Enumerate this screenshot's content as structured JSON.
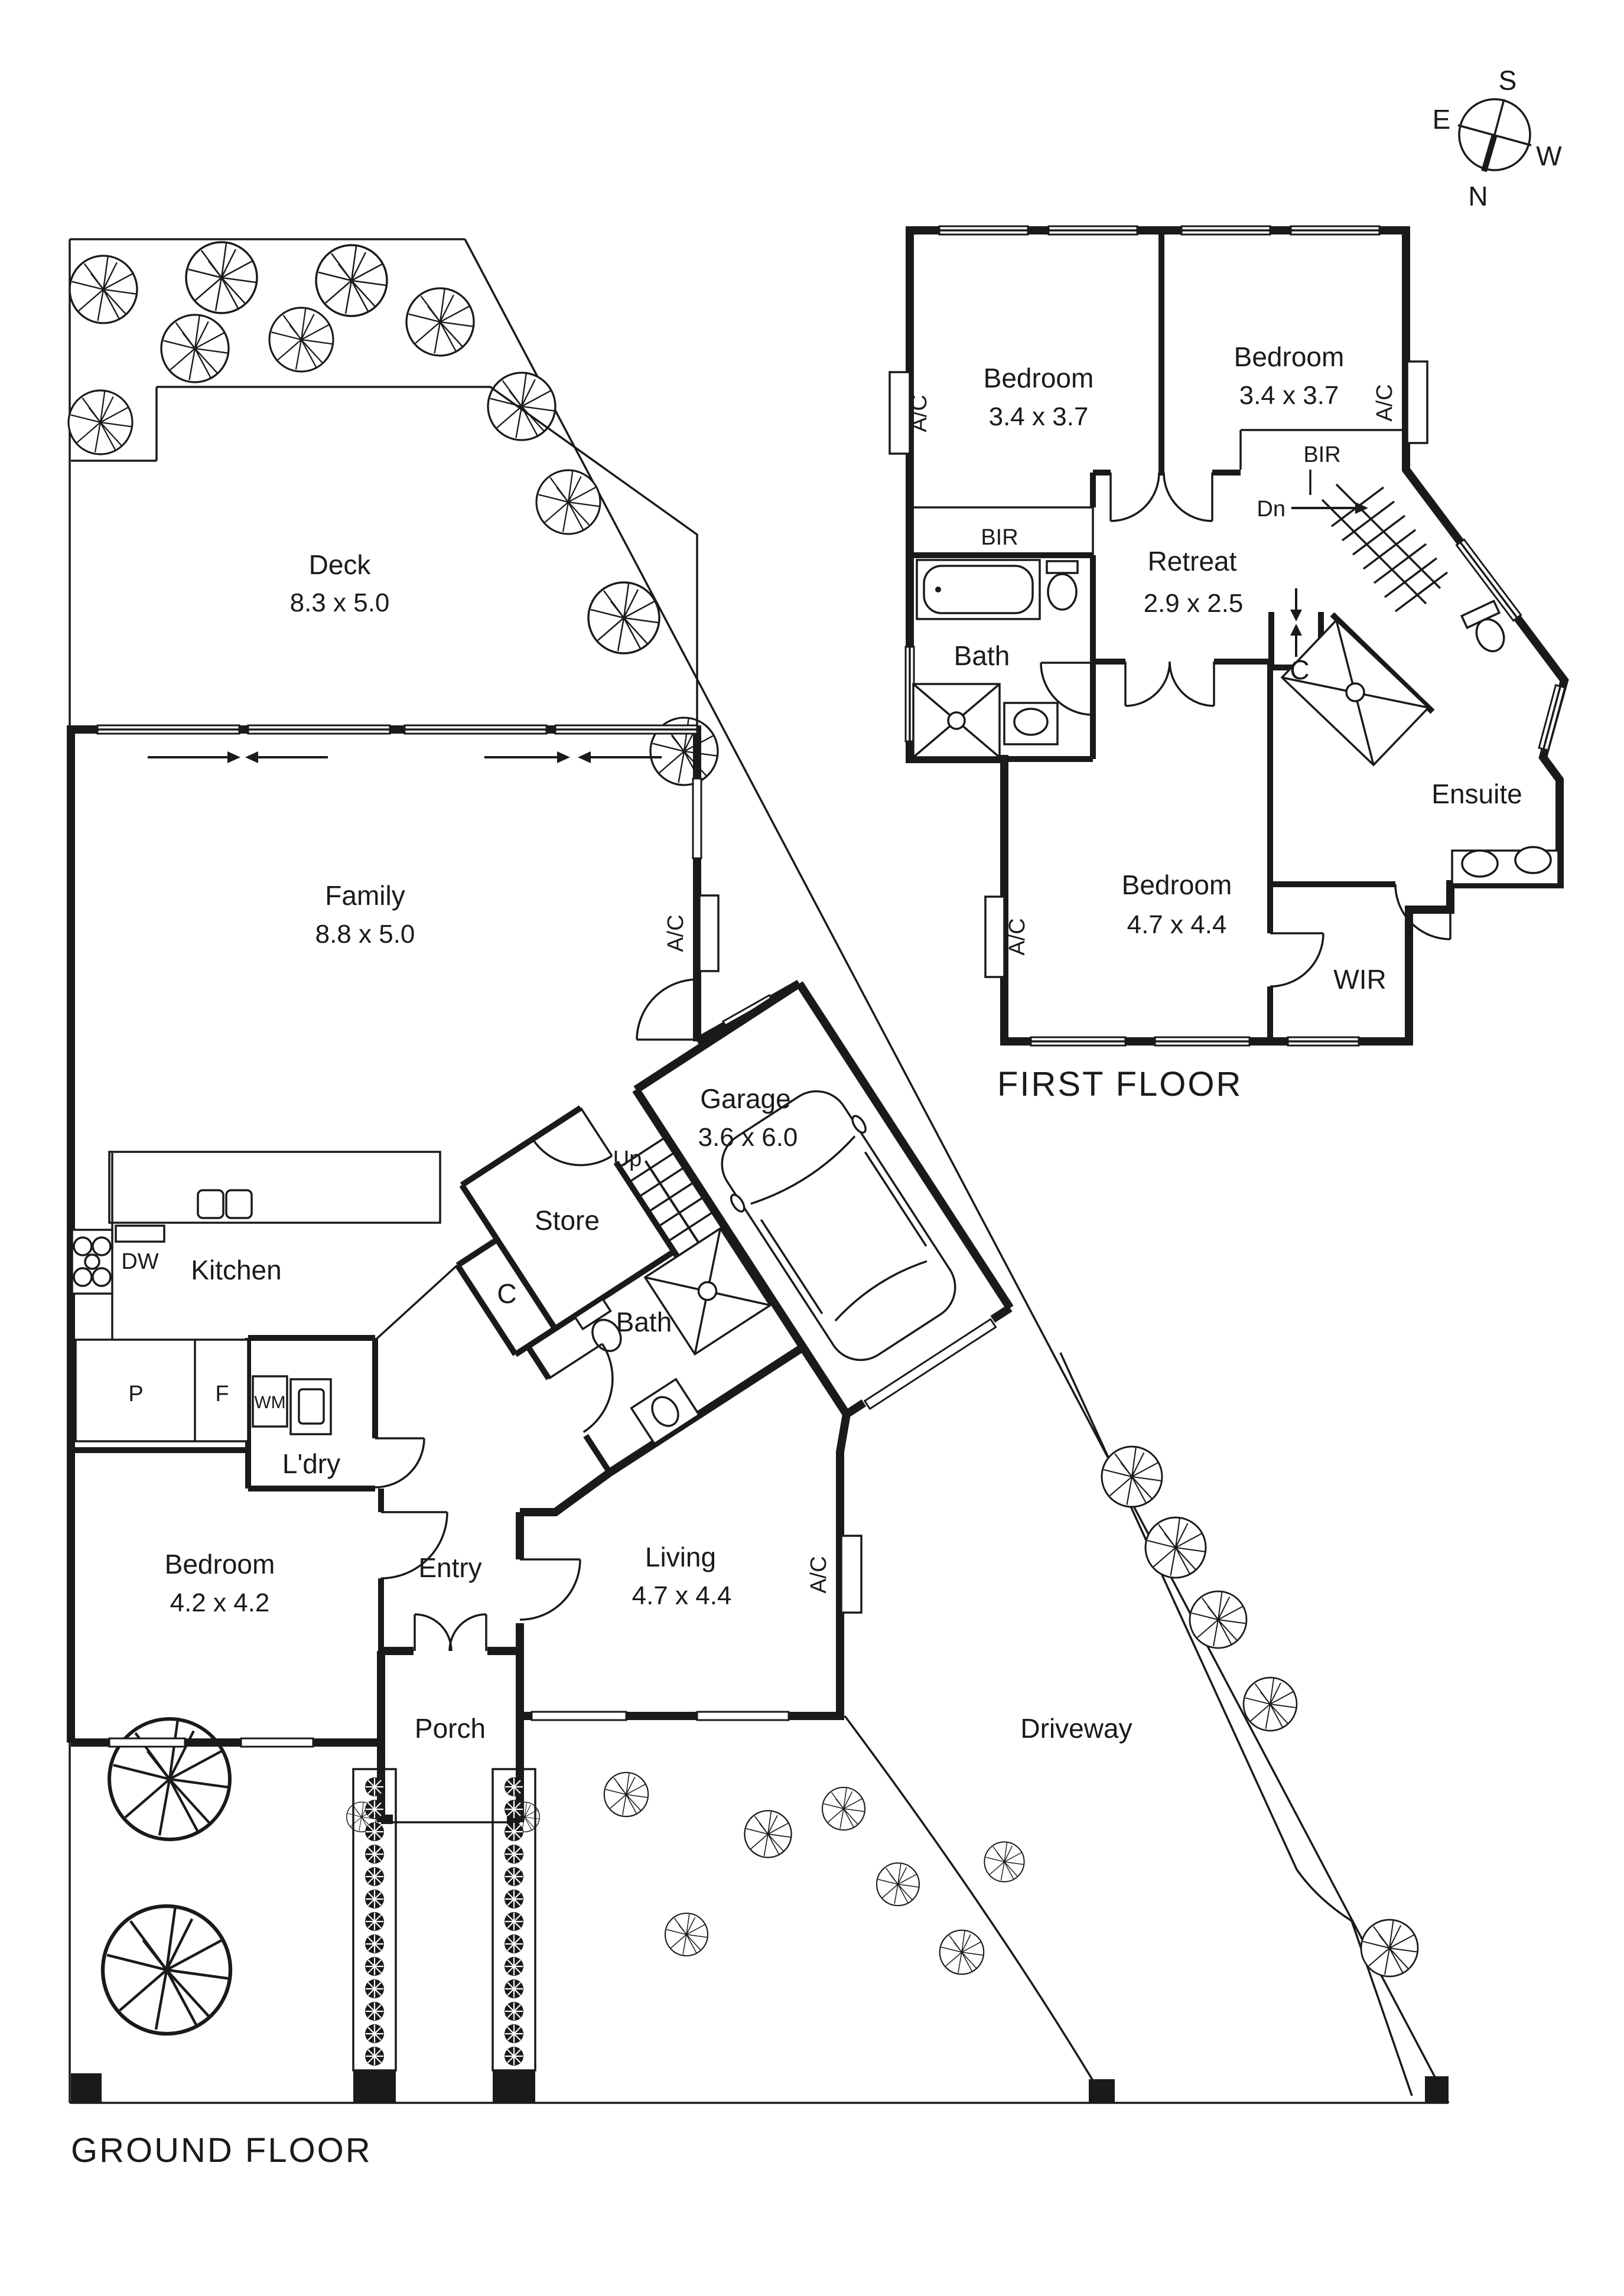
{
  "colors": {
    "ink": "#1a1a1a",
    "paper": "#ffffff"
  },
  "title_ground": "GROUND FLOOR",
  "title_first": "FIRST FLOOR",
  "compass": {
    "n": "N",
    "s": "S",
    "e": "E",
    "w": "W"
  },
  "first": {
    "bedroom_left": {
      "name": "Bedroom",
      "dims": "3.4 x 3.7"
    },
    "bedroom_right": {
      "name": "Bedroom",
      "dims": "3.4 x 3.7"
    },
    "bedroom_main": {
      "name": "Bedroom",
      "dims": "4.7 x 4.4"
    },
    "retreat": {
      "name": "Retreat",
      "dims": "2.9 x 2.5"
    },
    "bath": "Bath",
    "ensuite": "Ensuite",
    "wir": "WIR",
    "bir_left": "BIR",
    "bir_right": "BIR",
    "stairs_dn": "Dn",
    "cupboard": "C",
    "ac_left": "A/C",
    "ac_right": "A/C",
    "ac_main": "A/C"
  },
  "ground": {
    "deck": {
      "name": "Deck",
      "dims": "8.3 x 5.0"
    },
    "family": {
      "name": "Family",
      "dims": "8.8 x 5.0"
    },
    "kitchen": "Kitchen",
    "dishwasher": "DW",
    "pantry": "P",
    "fridge": "F",
    "washing_machine": "WM",
    "laundry": "L'dry",
    "bedroom": {
      "name": "Bedroom",
      "dims": "4.2 x 4.2"
    },
    "entry": "Entry",
    "porch": "Porch",
    "living": {
      "name": "Living",
      "dims": "4.7 x 4.4"
    },
    "store": "Store",
    "cupboard": "C",
    "bath": "Bath",
    "stairs_up": "Up",
    "garage": {
      "name": "Garage",
      "dims": "3.6 x 6.0"
    },
    "driveway": "Driveway",
    "ac_family": "A/C",
    "ac_living": "A/C"
  }
}
